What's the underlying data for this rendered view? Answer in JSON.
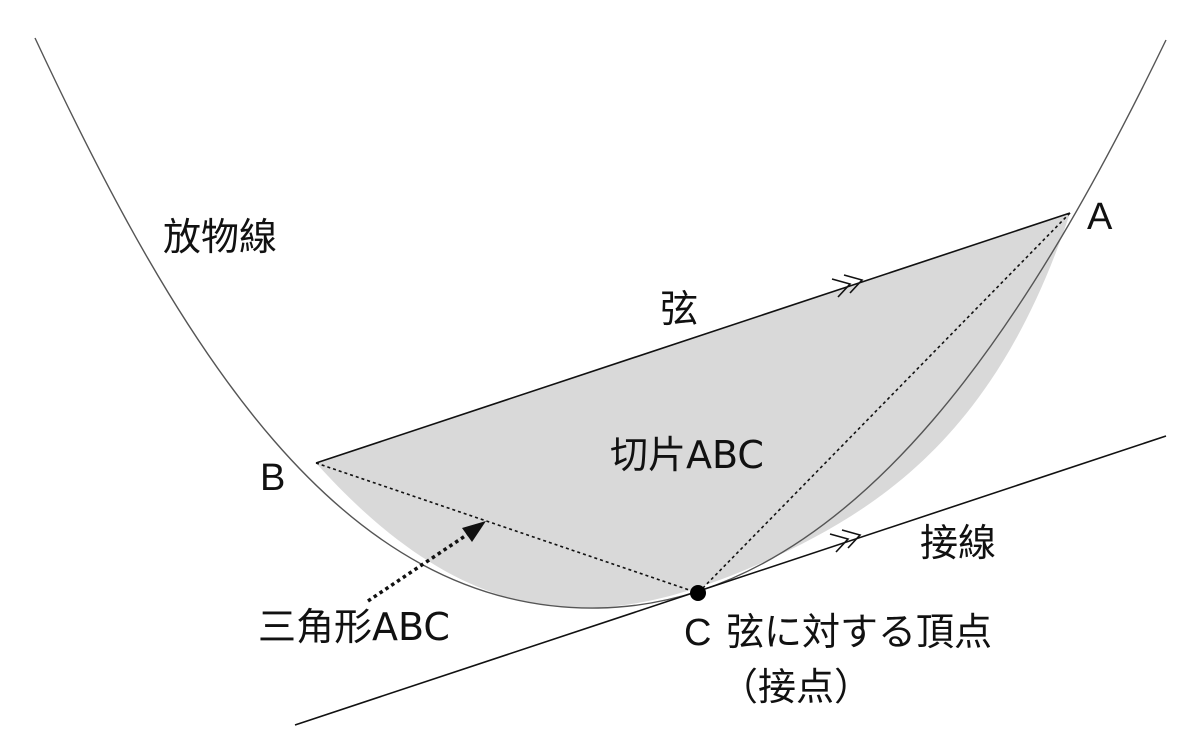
{
  "labels": {
    "parabola": "放物線",
    "chord": "弦",
    "segment": "切片ABC",
    "tangent": "接線",
    "triangle": "三角形ABC",
    "point_a": "A",
    "point_b": "B",
    "point_c": "C",
    "vertex_note": "弦に対する頂点",
    "tangent_point_note": "（接点）"
  },
  "colors": {
    "background": "#ffffff",
    "segment_fill": "#d9d9d9",
    "line": "#111111",
    "curve": "#666666"
  }
}
